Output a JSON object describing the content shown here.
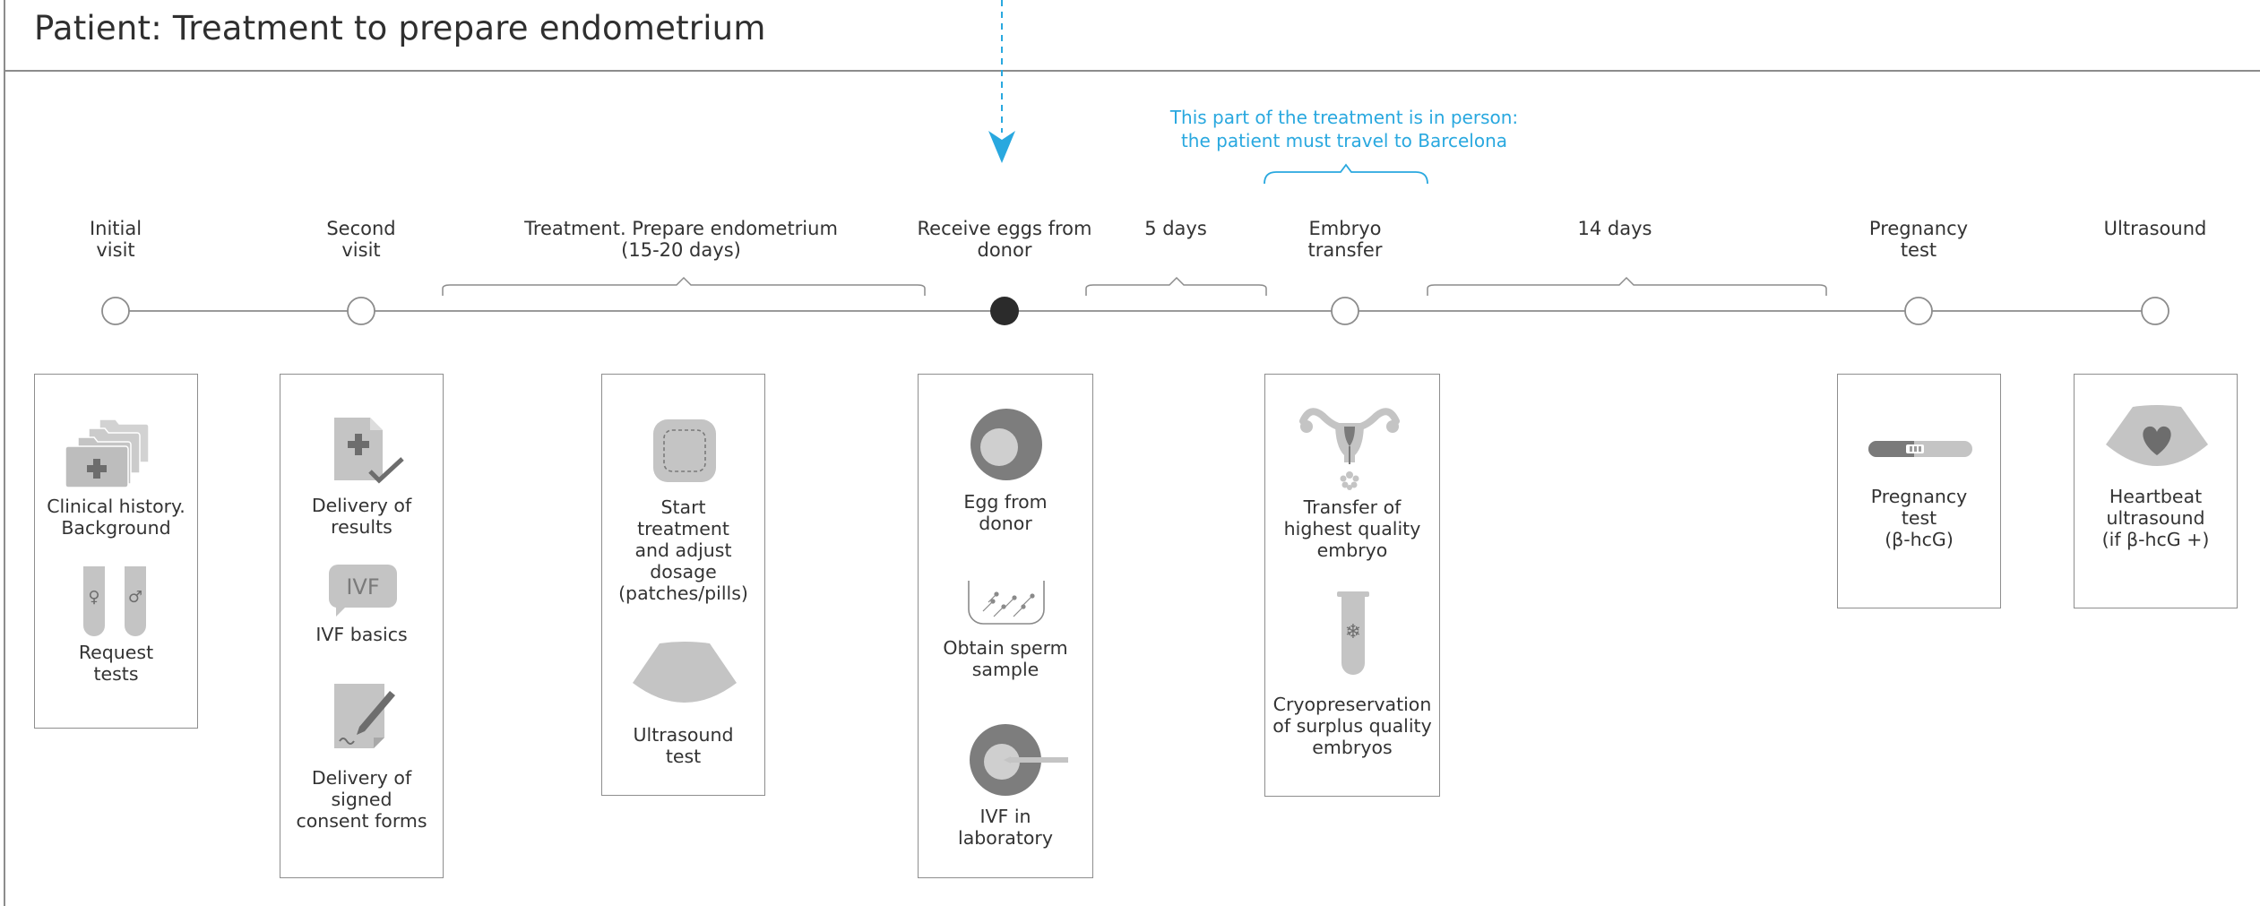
{
  "title": "Patient: Treatment to prepare endometrium",
  "callout": {
    "line1": "This part of the treatment is in person:",
    "line2": "the patient must travel to Barcelona"
  },
  "colors": {
    "accent": "#29a8df",
    "icon_light": "#c4c4c4",
    "icon_dark": "#7a7a7a",
    "line": "#8c8c8c",
    "filled_node": "#2b2b2b"
  },
  "steps": {
    "initial_visit": {
      "line1": "Initial",
      "line2": "visit"
    },
    "second_visit": {
      "line1": "Second",
      "line2": "visit"
    },
    "treatment": {
      "line1": "Treatment. Prepare endometrium",
      "line2": "(15-20 days)"
    },
    "receive_eggs": {
      "line1": "Receive eggs from",
      "line2": "donor"
    },
    "five_days": {
      "line1": "5 days"
    },
    "embryo_transfer": {
      "line1": "Embryo",
      "line2": "transfer"
    },
    "fourteen_days": {
      "line1": "14 days"
    },
    "pregnancy_test": {
      "line1": "Pregnancy",
      "line2": "test"
    },
    "ultrasound": {
      "line1": "Ultrasound"
    }
  },
  "cards": {
    "initial": {
      "clinical_history": {
        "line1": "Clinical history.",
        "line2": "Background",
        "icon": "folders-icon"
      },
      "request_tests": {
        "line1": "Request",
        "line2": "tests",
        "icon": "test-tubes-icon"
      }
    },
    "second": {
      "delivery_results": {
        "line1": "Delivery of",
        "line2": "results",
        "icon": "document-check-icon"
      },
      "ivf_basics": {
        "line1": "IVF basics",
        "badge": "IVF",
        "icon": "ivf-speech-bubble-icon"
      },
      "consent": {
        "line1": "Delivery of",
        "line2": "signed",
        "line3": "consent forms",
        "icon": "signed-document-icon"
      }
    },
    "treatment": {
      "start": {
        "line1": "Start",
        "line2": "treatment",
        "line3": "and adjust",
        "line4": "dosage",
        "line5": "(patches/pills)",
        "icon": "patch-icon"
      },
      "ultrasound_test": {
        "line1": "Ultrasound",
        "line2": "test",
        "icon": "ultrasound-fan-icon"
      }
    },
    "eggs": {
      "egg": {
        "line1": "Egg from",
        "line2": "donor",
        "icon": "egg-icon"
      },
      "sperm": {
        "line1": "Obtain sperm",
        "line2": "sample",
        "icon": "sperm-sample-icon"
      },
      "ivf_lab": {
        "line1": "IVF in",
        "line2": "laboratory",
        "icon": "ivf-injection-icon"
      }
    },
    "transfer": {
      "transfer": {
        "line1": "Transfer of",
        "line2": "highest quality",
        "line3": "embryo",
        "icon": "uterus-icon"
      },
      "cryo": {
        "line1": "Cryopreservation",
        "line2": "of surplus quality",
        "line3": "embryos",
        "icon": "frozen-tube-icon"
      }
    },
    "pregnancy": {
      "test": {
        "line1": "Pregnancy",
        "line2": "test",
        "line3": "(β-hcG)",
        "icon": "pregnancy-test-icon"
      }
    },
    "ultrasound": {
      "heartbeat": {
        "line1": "Heartbeat",
        "line2": "ultrasound",
        "line3": "(if β-hcG +)",
        "icon": "heartbeat-ultrasound-icon"
      }
    }
  }
}
